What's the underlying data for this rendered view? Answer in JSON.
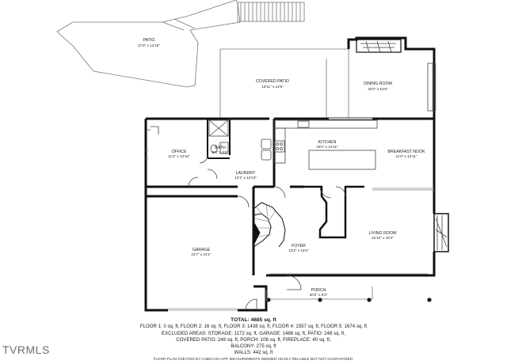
{
  "rooms": [
    {
      "key": "patio",
      "name": "PATIO",
      "dims": "27'8\" x 12'10\""
    },
    {
      "key": "covered_patio",
      "name": "COVERED PATIO",
      "dims": "19'11\" x 12'5\""
    },
    {
      "key": "dining_room",
      "name": "DINING ROOM",
      "dims": "20'2\" x 12'6\""
    },
    {
      "key": "kitchen",
      "name": "KITCHEN",
      "dims": "19'2\" x 12'11\""
    },
    {
      "key": "breakfast_nook",
      "name": "BREAKFAST NOOK",
      "dims": "11'0\" x 12'11\""
    },
    {
      "key": "office",
      "name": "OFFICE",
      "dims": "11'4\" x 13'10\""
    },
    {
      "key": "bath",
      "name": "BATH",
      "dims": "5'6\" x 8'4\""
    },
    {
      "key": "laundry",
      "name": "LAUNDRY",
      "dims": "12'1\" x 13'10\""
    },
    {
      "key": "garage",
      "name": "GARAGE",
      "dims": "21'7\" x 21'1\""
    },
    {
      "key": "foyer",
      "name": "FOYER",
      "dims": "10'2\" x 15'3\""
    },
    {
      "key": "living_room",
      "name": "LIVING ROOM",
      "dims": "21'10\" x 16'4\""
    },
    {
      "key": "porch",
      "name": "PORCH",
      "dims": "30'2\" x 5'3\""
    }
  ],
  "totals": {
    "total": "TOTAL: 4685 sq. ft",
    "lines": [
      "FLOOR 1: 0 sq. ft, FLOOR 2: 16 sq. ft, FLOOR 3: 1438 sq. ft, FLOOR 4: 1557 sq. ft, FLOOR 5: 1674 sq. ft",
      "EXCLUDED AREAS: STORAGE: 1172 sq. ft, GARAGE: 1488 sq. ft, PATIO: 248 sq. ft,",
      "COVERED PATIO: 249 sq. ft, PORCH: 106 sq. ft, FIREPLACE: 40 sq. ft,",
      "BALCONY: 275 sq. ft",
      "WALLS: 442 sq. ft"
    ]
  },
  "footer": "FLOOR PLAN CREATED BY CUBICASA APP. MEASUREMENTS DEEMED HIGHLY RELIABLE BUT NOT GUARANTEED.",
  "logo": "TVRMLS",
  "colors": {
    "wall": "#111111",
    "thin_wall": "#555555",
    "fixture": "#444444",
    "outline": "#777777"
  }
}
